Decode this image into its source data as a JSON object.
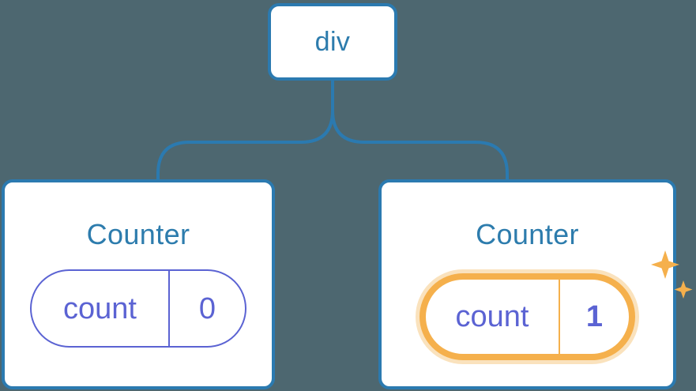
{
  "theme": {
    "background": "#4d6770",
    "card_border": "#2b7ab0",
    "card_fill": "#ffffff",
    "title_color": "#2d7cad",
    "pill_color": "#5b63d3",
    "highlight_stroke": "#f5b04c",
    "highlight_glow": "#fae2bd",
    "connector_color": "#2b7ab0"
  },
  "tree": {
    "root": {
      "label": "div"
    },
    "children": [
      {
        "label": "Counter",
        "state": {
          "key": "count",
          "value": "0"
        },
        "highlighted": false
      },
      {
        "label": "Counter",
        "state": {
          "key": "count",
          "value": "1"
        },
        "highlighted": true,
        "sparkle_icons": [
          "sparkle-large-icon",
          "sparkle-small-icon"
        ]
      }
    ]
  }
}
